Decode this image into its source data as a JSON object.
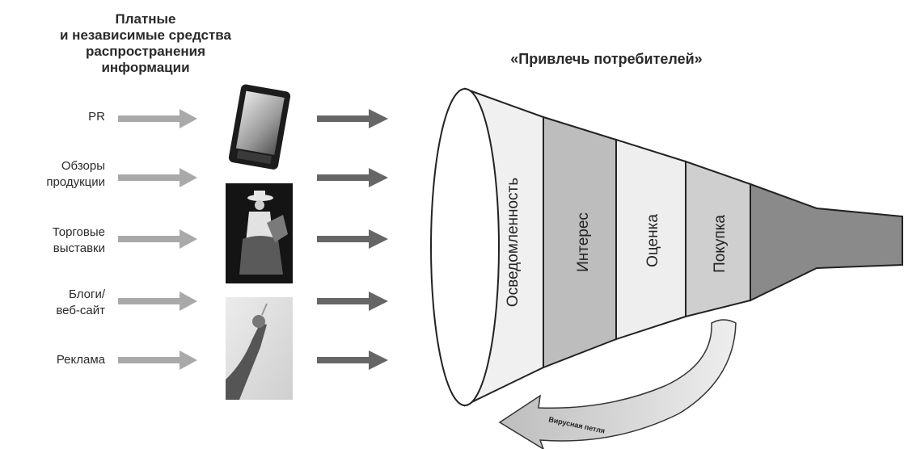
{
  "left_title": [
    "Платные",
    "и независимые средства",
    "распространения",
    "информации"
  ],
  "funnel_title": "«Привлечь потребителей»",
  "sources": [
    [
      "PR"
    ],
    [
      "Обзоры",
      "продукции"
    ],
    [
      "Торговые",
      "выставки"
    ],
    [
      "Блоги/",
      "веб-сайт"
    ],
    [
      "Реклама"
    ]
  ],
  "images": [
    "tablet-image",
    "cowboy-horse-photo",
    "hand-reaching-photo"
  ],
  "stages": [
    "Осведомленность",
    "Интерес",
    "Оценка",
    "Покупка"
  ],
  "loop_label": "Вирусная петля",
  "colors": {
    "arrow_light": "#a9a9a9",
    "arrow_dark": "#666666",
    "funnel_outline": "#222222",
    "stage_fills": [
      "#f0f0f0",
      "#bdbdbd",
      "#eeeeee",
      "#cfcfcf"
    ],
    "spout": "#8a8a8a"
  }
}
